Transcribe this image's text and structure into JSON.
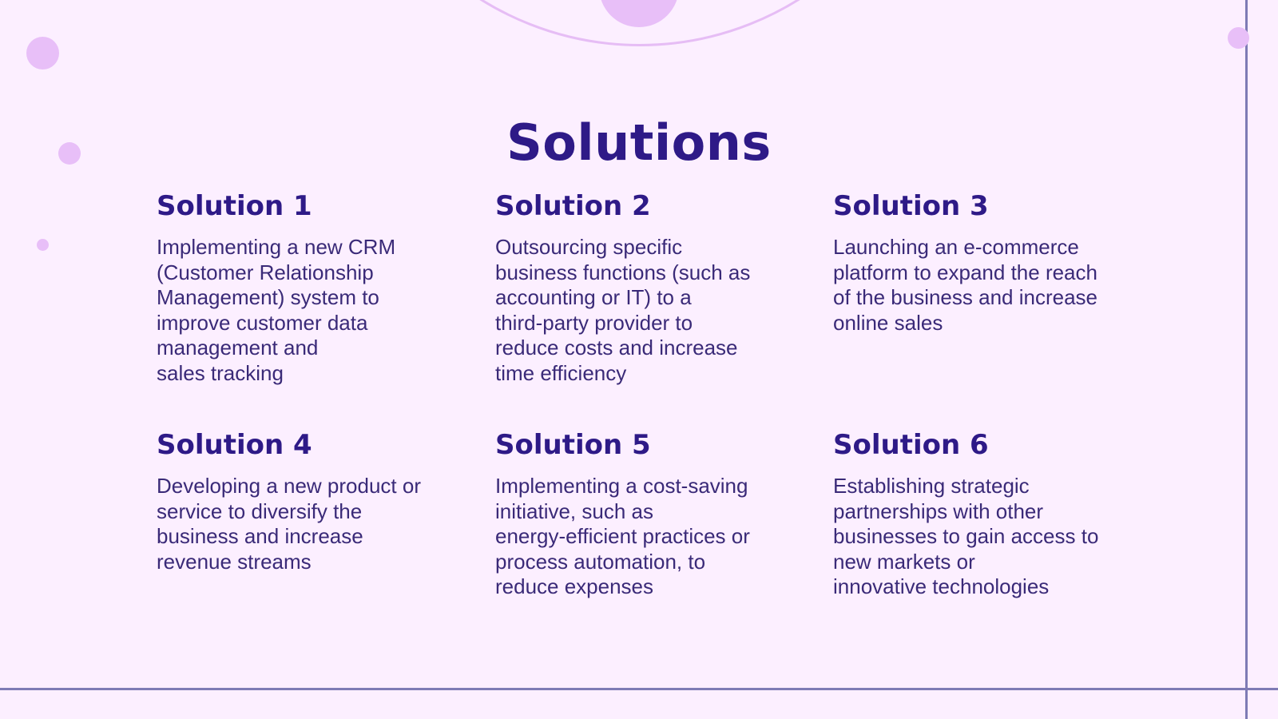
{
  "slide": {
    "title": "Solutions",
    "colors": {
      "background": "#fcefff",
      "heading": "#2e1a87",
      "body_text": "#3a2a78",
      "decor_circle": "#e8bff8",
      "rule_line": "#7e7bb5"
    },
    "solutions": [
      {
        "heading": "Solution 1",
        "text": "Implementing a new CRM\n(Customer Relationship\nManagement) system to\nimprove customer data\nmanagement and\nsales tracking"
      },
      {
        "heading": "Solution 2",
        "text": "Outsourcing specific\nbusiness functions (such as\naccounting or IT) to a\nthird-party provider to\nreduce costs and increase\ntime efficiency"
      },
      {
        "heading": "Solution 3",
        "text": "Launching an e-commerce\nplatform to expand the reach\nof the business and increase\nonline sales"
      },
      {
        "heading": "Solution 4",
        "text": "Developing a new product or\nservice to diversify the\nbusiness and increase\nrevenue streams"
      },
      {
        "heading": "Solution 5",
        "text": "Implementing a cost-saving\ninitiative, such as\nenergy-efficient practices or\nprocess automation, to\nreduce expenses"
      },
      {
        "heading": "Solution 6",
        "text": "Establishing strategic\npartnerships with other\nbusinesses to gain access to\nnew markets or\ninnovative technologies"
      }
    ]
  }
}
